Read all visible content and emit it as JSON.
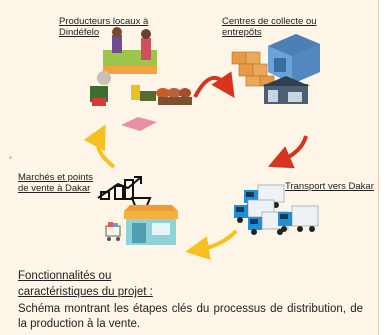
{
  "nodes": {
    "producers": "Producteurs locaux à\nDindéfelo",
    "centers": "Centres de collecte ou\nentrepôts",
    "transport": "Transport vers Dakar",
    "markets": "Marchés et points\nde vente à Dakar"
  },
  "stray_mark": "◦",
  "features": {
    "title": "Fonctionnalités ou\ncaractéristiques du projet :",
    "description": "Schéma montrant les étapes clés du processus de distribution, de la production à la vente."
  },
  "colors": {
    "panel_bg": "#fdf5e7",
    "arrow_red": "#d6341f",
    "arrow_yellow": "#f6c01e",
    "truck_blue": "#1f8fd8"
  },
  "icons": [
    "farmers-market-icon",
    "warehouse-boxes-icon",
    "trucks-icon",
    "shop-cart-icon"
  ]
}
